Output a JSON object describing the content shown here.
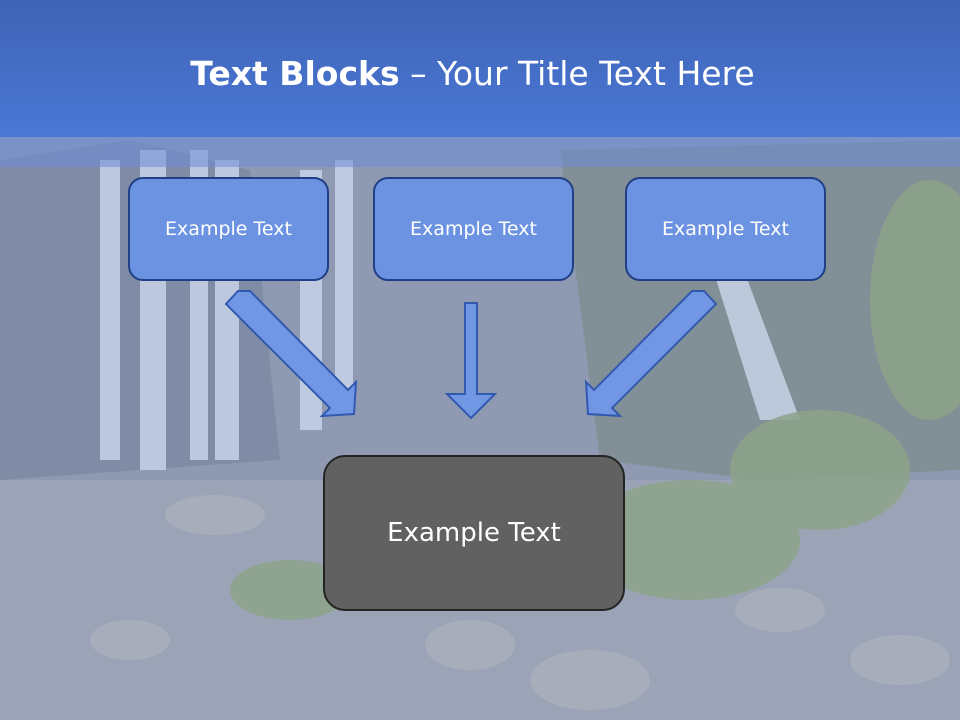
{
  "title": {
    "bold": "Text Blocks",
    "dash": " – ",
    "rest": "Your Title Text Here"
  },
  "boxes": {
    "left": "Example Text",
    "middle": "Example Text",
    "right": "Example Text",
    "bottom": "Example Text"
  },
  "colors": {
    "header": "#4a78d6",
    "box_fill": "#6c93e2",
    "box_border": "#1f3f86",
    "target_fill": "#616161",
    "arrow_fill": "#7096e4"
  }
}
